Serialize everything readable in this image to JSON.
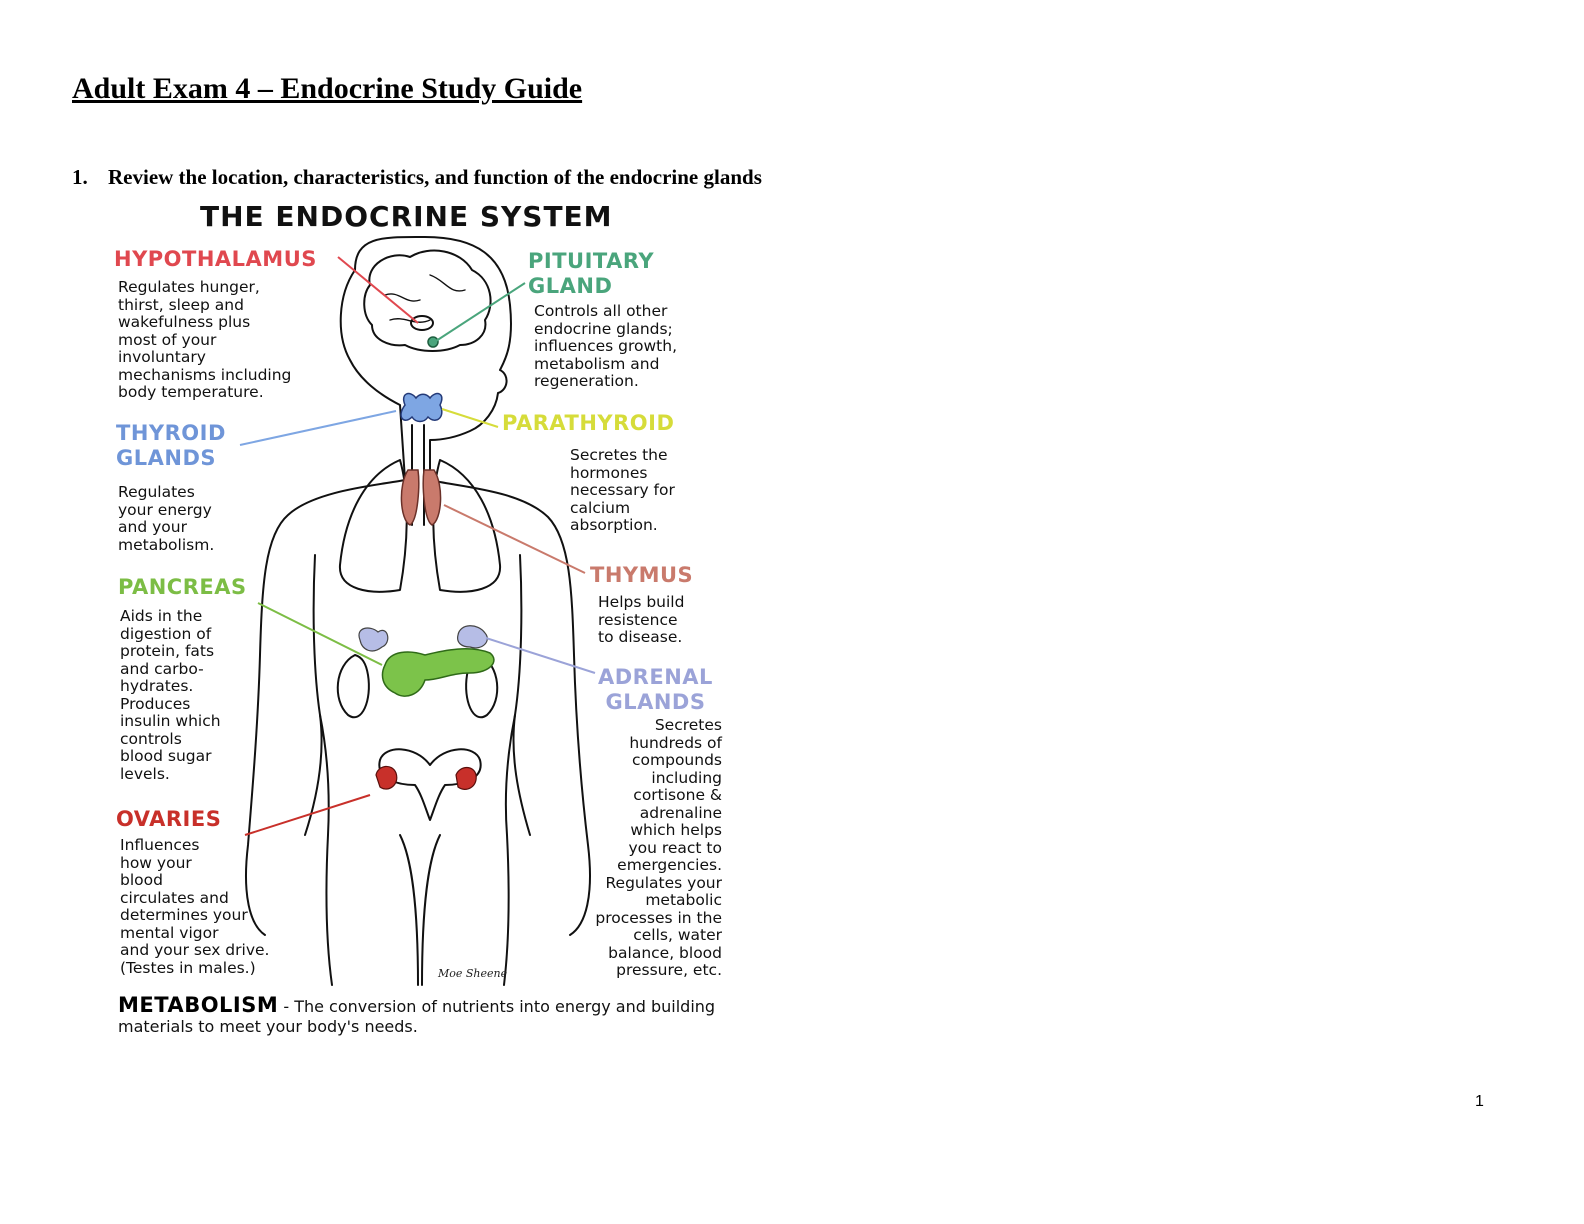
{
  "document": {
    "title": "Adult Exam 4 – Endocrine Study Guide",
    "question_number": "1.",
    "question_text": "Review the location, characteristics, and function of the endocrine glands",
    "page_number": "1"
  },
  "diagram": {
    "title": "THE ENDOCRINE SYSTEM",
    "glands": {
      "hypothalamus": {
        "label": "HYPOTHALAMUS",
        "description": "Regulates hunger,\nthirst, sleep and\nwakefulness plus\nmost of your\ninvoluntary\nmechanisms including\nbody temperature.",
        "color": "#e0484f"
      },
      "pituitary": {
        "label_line1": "PITUITARY",
        "label_line2": "GLAND",
        "description": "Controls all other\nendocrine glands;\ninfluences growth,\nmetabolism and\nregeneration.",
        "color": "#4aa57c"
      },
      "parathyroid": {
        "label": "PARATHYROID",
        "description": "Secretes the\nhormones\nnecessary for\ncalcium\nabsorption.",
        "color": "#d6dc3a"
      },
      "thyroid": {
        "label_line1": "THYROID",
        "label_line2": "GLANDS",
        "description": "Regulates\nyour energy\nand your\nmetabolism.",
        "color": "#6f95d8"
      },
      "thymus": {
        "label": "THYMUS",
        "description": "Helps build\nresistence\nto disease.",
        "color": "#c97a6c"
      },
      "pancreas": {
        "label": "PANCREAS",
        "description": "Aids in the\ndigestion of\nprotein, fats\nand carbo-\nhydrates.\nProduces\ninsulin which\ncontrols\nblood sugar\nlevels.",
        "color": "#7cbd45"
      },
      "adrenal": {
        "label_line1": "ADRENAL",
        "label_line2": "GLANDS",
        "description": "Secretes\nhundreds of\ncompounds\nincluding\ncortisone &\nadrenaline\nwhich helps\nyou react to\nemergencies.\nRegulates your\nmetabolic\nprocesses in the\ncells, water\nbalance, blood\npressure, etc.",
        "color": "#9ba3d8"
      },
      "ovaries": {
        "label": "OVARIES",
        "description": "Influences\nhow your\nblood\ncirculates and\ndetermines your\nmental vigor\nand your sex drive.\n(Testes in males.)",
        "color": "#c8302a"
      }
    },
    "metabolism": {
      "term": "METABOLISM",
      "definition": " - The conversion of nutrients into energy and building materials to meet your body's needs."
    },
    "signature": "Moe Sheene"
  }
}
